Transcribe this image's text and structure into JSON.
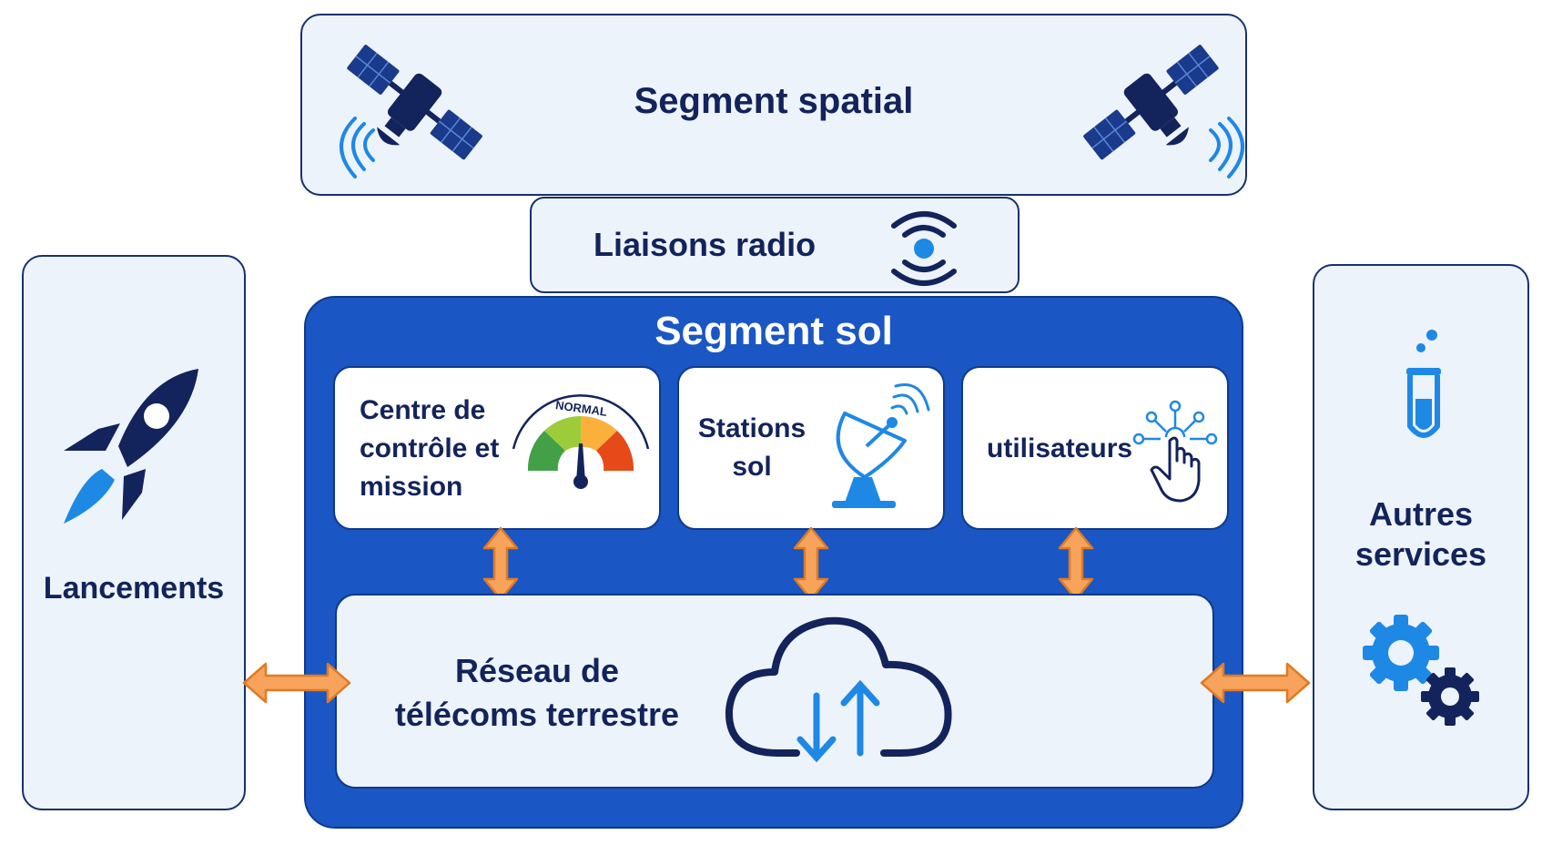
{
  "space_segment": {
    "title": "Segment spatial",
    "icons": [
      "satellite-icon",
      "satellite-icon"
    ]
  },
  "radio_links": {
    "title": "Liaisons radio",
    "icon": "radio-signal-icon"
  },
  "launches": {
    "title": "Lancements",
    "icon": "rocket-icon"
  },
  "other_services": {
    "title_line1": "Autres",
    "title_line2": "services",
    "icons": [
      "test-tube-icon",
      "gears-icon"
    ]
  },
  "ground_segment": {
    "title": "Segment sol",
    "control_center": {
      "line1": "Centre de",
      "line2": "contrôle et",
      "line3": "mission",
      "gauge_label": "NORMAL",
      "icon": "gauge-icon"
    },
    "ground_stations": {
      "line1": "Stations",
      "line2": "sol",
      "icon": "satellite-dish-icon"
    },
    "users": {
      "title": "utilisateurs",
      "icon": "touch-network-icon"
    },
    "terrestrial_network": {
      "line1": "Réseau de",
      "line2": "télécoms terrestre",
      "icon": "cloud-sync-icon"
    }
  },
  "colors": {
    "navy": "#13235b",
    "ground_blue": "#1a56c4",
    "light_panel": "#edf3fb",
    "accent_blue": "#1e88e5",
    "arrow_orange": "#f7a35c",
    "arrow_outline": "#e07a22"
  }
}
